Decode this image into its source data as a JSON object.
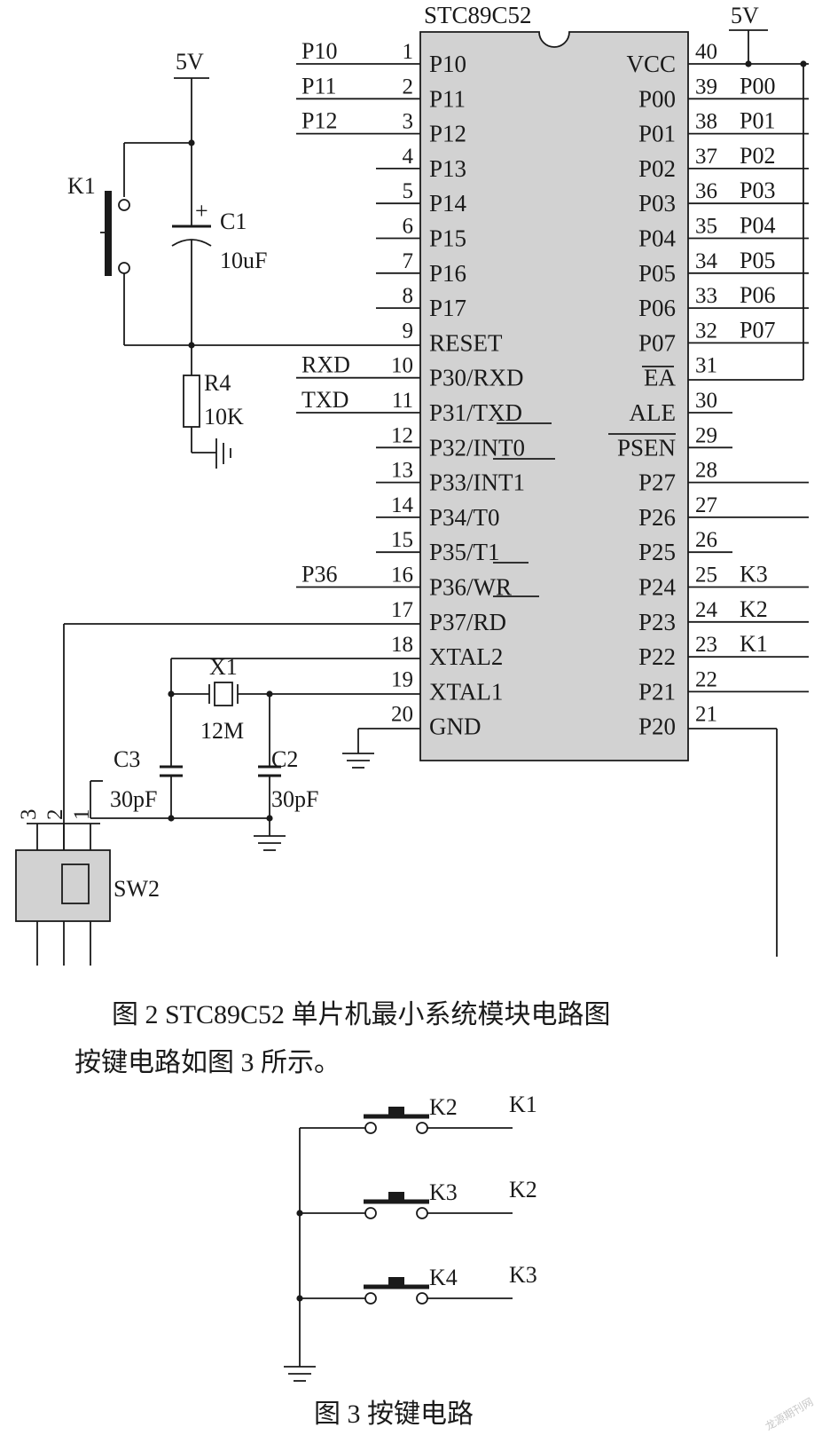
{
  "chip": {
    "name": "STC89C52",
    "left_pins": [
      {
        "num": "1",
        "name": "P10",
        "net": "P10"
      },
      {
        "num": "2",
        "name": "P11",
        "net": "P11"
      },
      {
        "num": "3",
        "name": "P12",
        "net": "P12"
      },
      {
        "num": "4",
        "name": "P13",
        "net": ""
      },
      {
        "num": "5",
        "name": "P14",
        "net": ""
      },
      {
        "num": "6",
        "name": "P15",
        "net": ""
      },
      {
        "num": "7",
        "name": "P16",
        "net": ""
      },
      {
        "num": "8",
        "name": "P17",
        "net": ""
      },
      {
        "num": "9",
        "name": "RESET",
        "net": ""
      },
      {
        "num": "10",
        "name": "P30/RXD",
        "net": "RXD"
      },
      {
        "num": "11",
        "name": "P31/TXD",
        "net": "TXD"
      },
      {
        "num": "12",
        "name": "P32/INT0",
        "net": ""
      },
      {
        "num": "13",
        "name": "P33/INT1",
        "net": ""
      },
      {
        "num": "14",
        "name": "P34/T0",
        "net": ""
      },
      {
        "num": "15",
        "name": "P35/T1",
        "net": ""
      },
      {
        "num": "16",
        "name": "P36/WR",
        "net": "P36"
      },
      {
        "num": "17",
        "name": "P37/RD",
        "net": ""
      },
      {
        "num": "18",
        "name": "XTAL2",
        "net": ""
      },
      {
        "num": "19",
        "name": "XTAL1",
        "net": ""
      },
      {
        "num": "20",
        "name": "GND",
        "net": ""
      }
    ],
    "right_pins": [
      {
        "num": "40",
        "name": "VCC",
        "net": ""
      },
      {
        "num": "39",
        "name": "P00",
        "net": "P00"
      },
      {
        "num": "38",
        "name": "P01",
        "net": "P01"
      },
      {
        "num": "37",
        "name": "P02",
        "net": "P02"
      },
      {
        "num": "36",
        "name": "P03",
        "net": "P03"
      },
      {
        "num": "35",
        "name": "P04",
        "net": "P04"
      },
      {
        "num": "34",
        "name": "P05",
        "net": "P05"
      },
      {
        "num": "33",
        "name": "P06",
        "net": "P06"
      },
      {
        "num": "32",
        "name": "P07",
        "net": "P07"
      },
      {
        "num": "31",
        "name": "EA",
        "net": ""
      },
      {
        "num": "30",
        "name": "ALE",
        "net": ""
      },
      {
        "num": "29",
        "name": "PSEN",
        "net": ""
      },
      {
        "num": "28",
        "name": "P27",
        "net": ""
      },
      {
        "num": "27",
        "name": "P26",
        "net": ""
      },
      {
        "num": "26",
        "name": "P25",
        "net": ""
      },
      {
        "num": "25",
        "name": "P24",
        "net": "K3"
      },
      {
        "num": "24",
        "name": "P23",
        "net": "K2"
      },
      {
        "num": "23",
        "name": "P22",
        "net": "K1"
      },
      {
        "num": "22",
        "name": "P21",
        "net": ""
      },
      {
        "num": "21",
        "name": "P20",
        "net": ""
      }
    ]
  },
  "power": {
    "left": "5V",
    "right": "5V"
  },
  "reset": {
    "switch": "K1",
    "cap": "C1",
    "cap_value": "10uF",
    "cap_plus": "+",
    "res": "R4",
    "res_value": "10K"
  },
  "crystal": {
    "name": "X1",
    "value": "12M",
    "c3": "C3",
    "c3_value": "30pF",
    "c2": "C2",
    "c2_value": "30pF"
  },
  "sw2": {
    "name": "SW2",
    "pins": [
      "3",
      "2",
      "1"
    ]
  },
  "fig2_caption": "图 2   STC89C52 单片机最小系统模块电路图",
  "body_text": "按键电路如图 3 所示。",
  "fig3": {
    "buttons": [
      {
        "name": "K2",
        "net": "K1"
      },
      {
        "name": "K3",
        "net": "K2"
      },
      {
        "name": "K4",
        "net": "K3"
      }
    ],
    "caption": "图 3   按键电路"
  },
  "watermark": "龙源期刊网"
}
